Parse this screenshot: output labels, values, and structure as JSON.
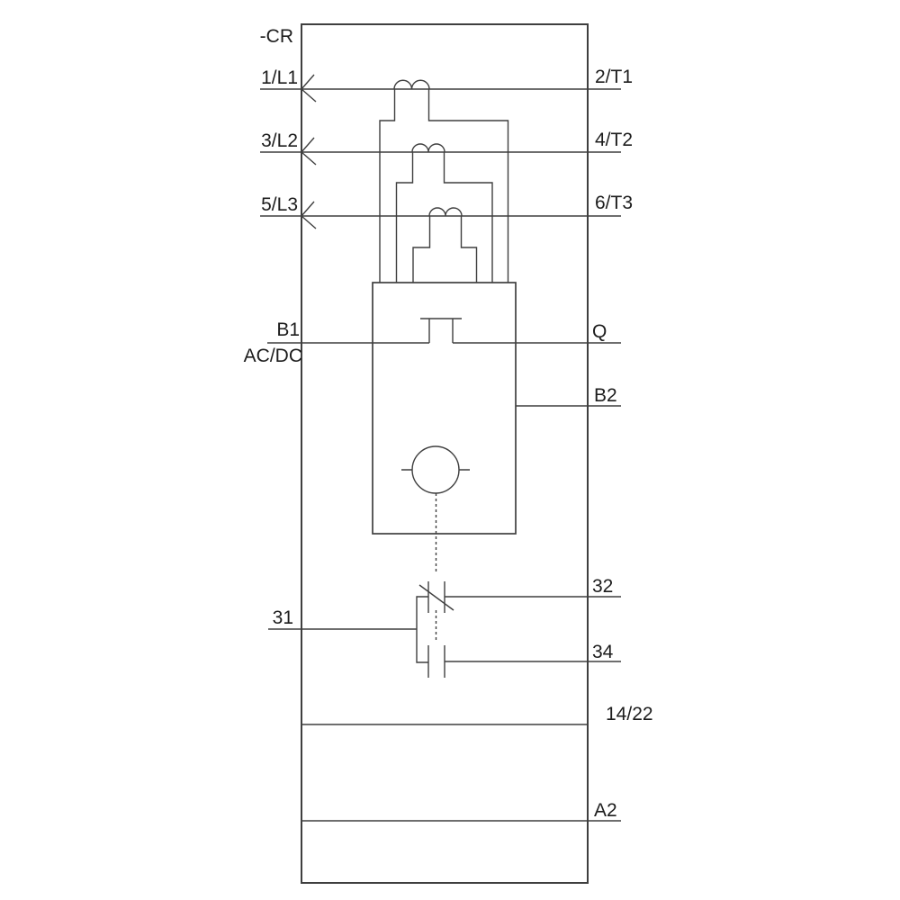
{
  "diagram": {
    "device_tag": "-CR",
    "terminals": {
      "l1": "1/L1",
      "l2": "3/L2",
      "l3": "5/L3",
      "t1": "2/T1",
      "t2": "4/T2",
      "t3": "6/T3",
      "b1": "B1",
      "supply_type": "AC/DC",
      "q": "Q",
      "b2": "B2",
      "nc_in": "31",
      "nc_out": "32",
      "no_out": "34",
      "aux": "14/22",
      "a2": "A2"
    },
    "colors": {
      "background": "#ffffff",
      "line": "#3f3f3f",
      "text": "#1d1d1d"
    }
  }
}
